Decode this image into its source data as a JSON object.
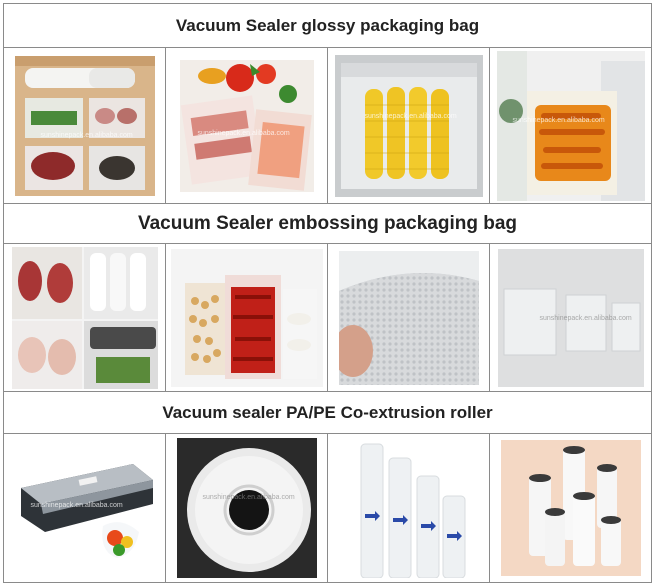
{
  "sections": [
    {
      "title": "Vacuum Sealer glossy packaging bag"
    },
    {
      "title": "Vacuum Sealer embossing packaging bag"
    },
    {
      "title": "Vacuum sealer PA/PE Co-extrusion roller"
    }
  ],
  "watermark": "sunshinepack.en.alibaba.com",
  "colors": {
    "border": "#8a8a8a",
    "title": "#222222"
  },
  "images": {
    "row1": [
      "food-bags-on-wood",
      "tomato-and-meat-bags",
      "corn-vacuum-bag",
      "sliced-fruit-vacuum-bag"
    ],
    "row2": [
      "meat-and-roll-collage",
      "chickpea-and-chili-bags",
      "embossed-texture-closeup",
      "clear-bags-assortment"
    ],
    "row3": [
      "vacuum-sealer-machine",
      "roll-end-view",
      "rolls-with-arrows",
      "standing-rolls-set"
    ]
  }
}
